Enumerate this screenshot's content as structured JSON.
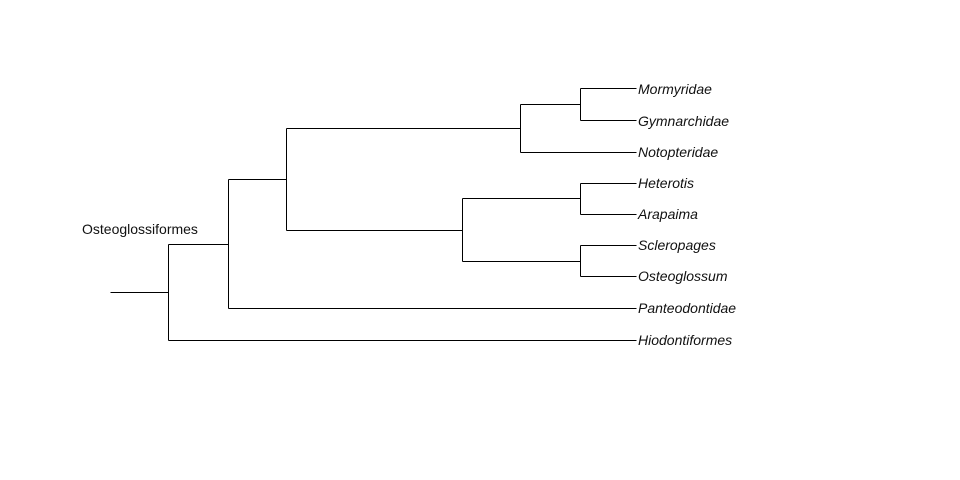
{
  "tree": {
    "line_color": "#000000",
    "clade_label": "Osteoglossiformes",
    "taxa": [
      "Mormyridae",
      "Gymnarchidae",
      "Notopteridae",
      "Heterotis",
      "Arapaima",
      "Scleropages",
      "Osteoglossum",
      "Panteodontidae",
      "Hiodontiformes"
    ]
  }
}
